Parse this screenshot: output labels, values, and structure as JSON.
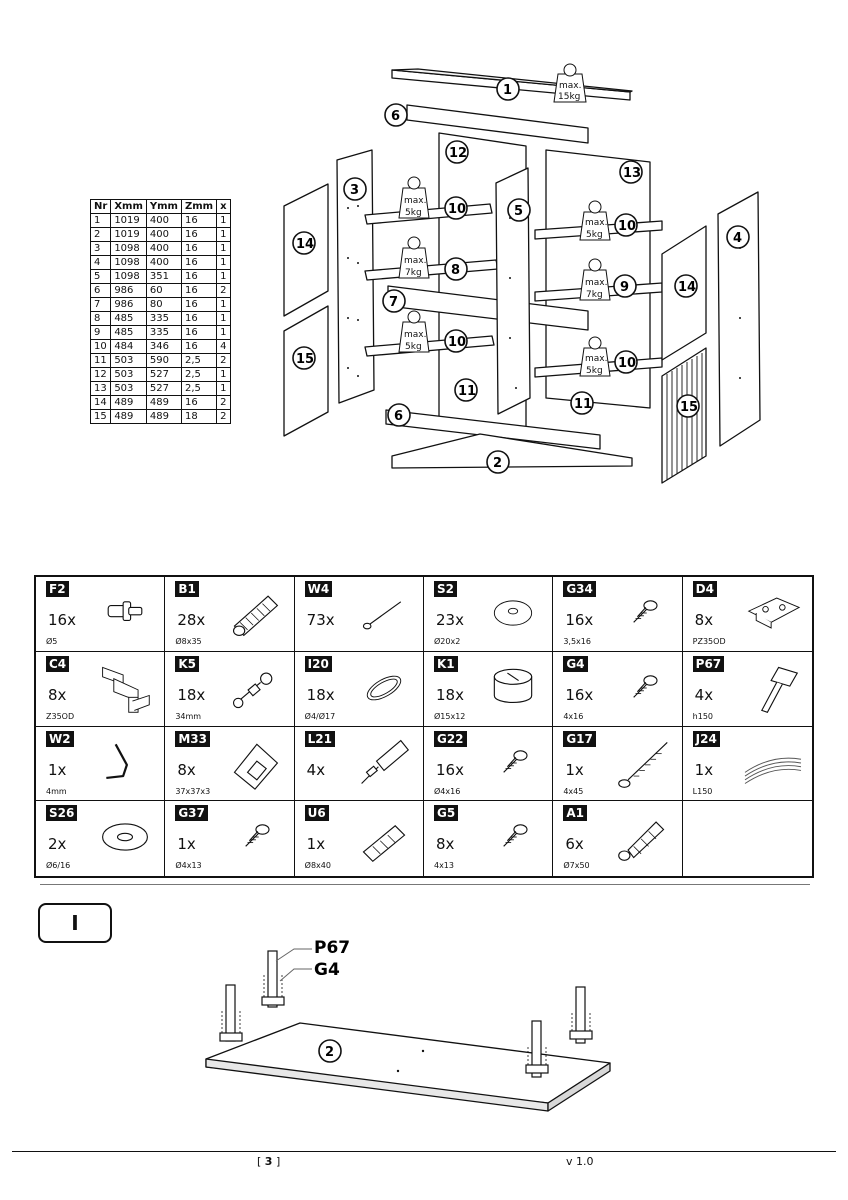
{
  "parts_table": {
    "headers": [
      "Nr",
      "Xmm",
      "Ymm",
      "Zmm",
      "x"
    ],
    "rows": [
      [
        "1",
        "1019",
        "400",
        "16",
        "1"
      ],
      [
        "2",
        "1019",
        "400",
        "16",
        "1"
      ],
      [
        "3",
        "1098",
        "400",
        "16",
        "1"
      ],
      [
        "4",
        "1098",
        "400",
        "16",
        "1"
      ],
      [
        "5",
        "1098",
        "351",
        "16",
        "1"
      ],
      [
        "6",
        "986",
        "60",
        "16",
        "2"
      ],
      [
        "7",
        "986",
        "80",
        "16",
        "1"
      ],
      [
        "8",
        "485",
        "335",
        "16",
        "1"
      ],
      [
        "9",
        "485",
        "335",
        "16",
        "1"
      ],
      [
        "10",
        "484",
        "346",
        "16",
        "4"
      ],
      [
        "11",
        "503",
        "590",
        "2,5",
        "2"
      ],
      [
        "12",
        "503",
        "527",
        "2,5",
        "1"
      ],
      [
        "13",
        "503",
        "527",
        "2,5",
        "1"
      ],
      [
        "14",
        "489",
        "489",
        "16",
        "2"
      ],
      [
        "15",
        "489",
        "489",
        "18",
        "2"
      ]
    ]
  },
  "exploded_view": {
    "callouts": {
      "c1": "1",
      "c2": "2",
      "c3": "3",
      "c4": "4",
      "c5": "5",
      "c6a": "6",
      "c6b": "6",
      "c7": "7",
      "c8": "8",
      "c9": "9",
      "c10a": "10",
      "c10b": "10",
      "c10c": "10",
      "c10d": "10",
      "c11a": "11",
      "c11b": "11",
      "c12": "12",
      "c13": "13",
      "c14a": "14",
      "c14b": "14",
      "c15a": "15",
      "c15b": "15"
    },
    "weights": {
      "w1": {
        "line1": "max.",
        "line2": "15kg"
      },
      "w2": {
        "line1": "max.",
        "line2": "5kg"
      },
      "w3": {
        "line1": "max.",
        "line2": "7kg"
      },
      "w4": {
        "line1": "max.",
        "line2": "5kg"
      },
      "w5": {
        "line1": "max.",
        "line2": "5kg"
      },
      "w6": {
        "line1": "max.",
        "line2": "7kg"
      },
      "w7": {
        "line1": "max.",
        "line2": "5kg"
      }
    }
  },
  "hardware": [
    {
      "code": "F2",
      "qty": "16x",
      "size": "Ø5",
      "icon": "shelf-pin-icon"
    },
    {
      "code": "B1",
      "qty": "28x",
      "size": "Ø8x35",
      "icon": "wood-dowel-icon"
    },
    {
      "code": "W4",
      "qty": "73x",
      "size": "",
      "icon": "nail-icon"
    },
    {
      "code": "S2",
      "qty": "23x",
      "size": "Ø20x2",
      "icon": "cover-cap-icon"
    },
    {
      "code": "G34",
      "qty": "16x",
      "size": "3,5x16",
      "icon": "screw-icon"
    },
    {
      "code": "D4",
      "qty": "8x",
      "size": "PZ35OD",
      "icon": "hinge-plate-icon"
    },
    {
      "code": "C4",
      "qty": "8x",
      "size": "Z35OD",
      "icon": "hinge-icon"
    },
    {
      "code": "K5",
      "qty": "18x",
      "size": "34mm",
      "icon": "cam-bolt-icon"
    },
    {
      "code": "I20",
      "qty": "18x",
      "size": "Ø4/Ø17",
      "icon": "washer-ring-icon"
    },
    {
      "code": "K1",
      "qty": "18x",
      "size": "Ø15x12",
      "icon": "cam-lock-icon"
    },
    {
      "code": "G4",
      "qty": "16x",
      "size": "4x16",
      "icon": "screw-icon"
    },
    {
      "code": "P67",
      "qty": "4x",
      "size": "h150",
      "icon": "furniture-leg-icon"
    },
    {
      "code": "W2",
      "qty": "1x",
      "size": "4mm",
      "icon": "allen-key-icon"
    },
    {
      "code": "M33",
      "qty": "8x",
      "size": "37x37x3",
      "icon": "angle-bracket-icon"
    },
    {
      "code": "L21",
      "qty": "4x",
      "size": "",
      "icon": "push-latch-icon"
    },
    {
      "code": "G22",
      "qty": "16x",
      "size": "Ø4x16",
      "icon": "screw-icon"
    },
    {
      "code": "G17",
      "qty": "1x",
      "size": "4x45",
      "icon": "long-screw-icon"
    },
    {
      "code": "J24",
      "qty": "1x",
      "size": "L150",
      "icon": "strap-icon"
    },
    {
      "code": "S26",
      "qty": "2x",
      "size": "Ø6/16",
      "icon": "washer-icon"
    },
    {
      "code": "G37",
      "qty": "1x",
      "size": "Ø4x13",
      "icon": "screw-icon"
    },
    {
      "code": "U6",
      "qty": "1x",
      "size": "Ø8x40",
      "icon": "wall-plug-icon"
    },
    {
      "code": "G5",
      "qty": "8x",
      "size": "4x13",
      "icon": "screw-icon"
    },
    {
      "code": "A1",
      "qty": "6x",
      "size": "Ø7x50",
      "icon": "confirmat-screw-icon"
    },
    {
      "code": "",
      "qty": "",
      "size": "",
      "icon": ""
    }
  ],
  "step": {
    "label": "I",
    "part_labels": [
      "P67",
      "G4"
    ],
    "panel_callout": "2"
  },
  "footer": {
    "page_open": "[ ",
    "page": "3",
    "page_close": " ]",
    "version": "v 1.0"
  }
}
